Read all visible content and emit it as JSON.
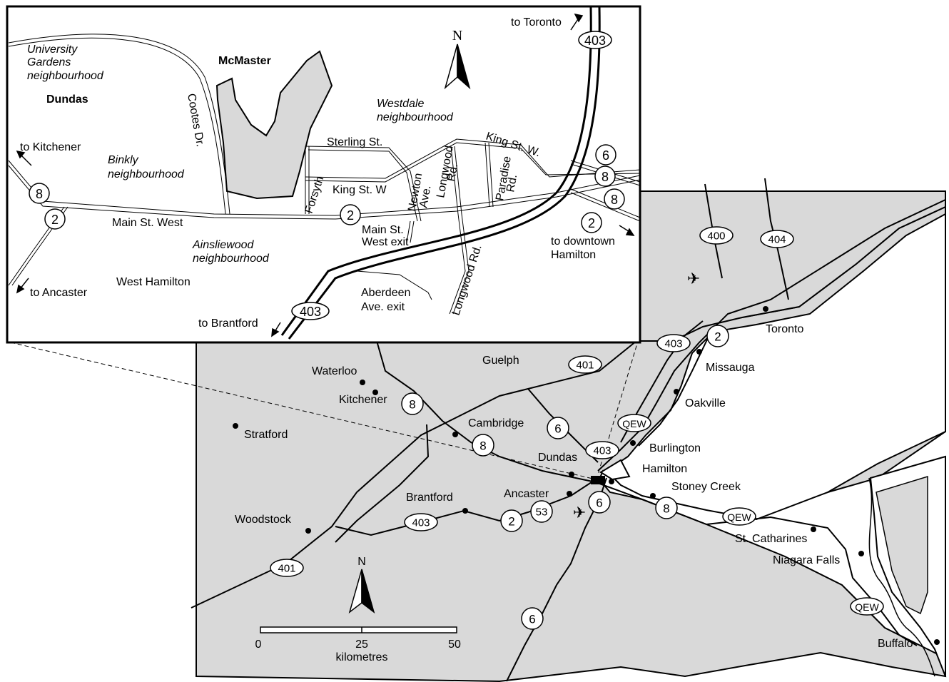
{
  "inset": {
    "north": "N",
    "areas": {
      "university": [
        "University",
        "Gardens",
        "neighbourhood"
      ],
      "dundas": "Dundas",
      "mcmaster": "McMaster",
      "westdale": [
        "Westdale",
        "neighbourhood"
      ],
      "binkly": [
        "Binkly",
        "neighbourhood"
      ],
      "ainsliewood": [
        "Ainsliewood",
        "neighbourhood"
      ],
      "west_hamilton": "West Hamilton"
    },
    "streets": {
      "cootes": "Cootes Dr.",
      "sterling": "Sterling St.",
      "king_w_upper": "King St. W.",
      "king_w": "King St. W",
      "forsyth": "Forsyth",
      "newton": [
        "Newton",
        "Ave."
      ],
      "longwood_upper": [
        "Longwood",
        "Rd."
      ],
      "paradise": [
        "Paradise",
        "Rd."
      ],
      "main_west": "Main St. West",
      "main_exit": [
        "Main St.",
        "West exit"
      ],
      "longwood_lower": "Longwood Rd.",
      "aberdeen": [
        "Aberdeen",
        "Ave. exit"
      ]
    },
    "directions": {
      "toronto": "to Toronto",
      "kitchener": "to Kitchener",
      "ancaster": "to Ancaster",
      "brantford": "to Brantford",
      "downtown": [
        "to downtown",
        "Hamilton"
      ]
    },
    "shields": {
      "hwy403_top": "403",
      "hwy403_bottom": "403",
      "hwy6": "6",
      "hwy8_a": "8",
      "hwy8_b": "8",
      "hwy8_west": "8",
      "hwy2_west": "2",
      "hwy2_center": "2",
      "hwy2_east": "2"
    }
  },
  "regional": {
    "north": "N",
    "cities": {
      "waterloo": "Waterloo",
      "kitchener": "Kitchener",
      "guelph": "Guelph",
      "cambridge": "Cambridge",
      "stratford": "Stratford",
      "dundas": "Dundas",
      "brantford": "Brantford",
      "ancaster": "Ancaster",
      "woodstock": "Woodstock",
      "burlington": "Burlington",
      "hamilton": "Hamilton",
      "stoney_creek": "Stoney Creek",
      "st_catharines": "St. Catharines",
      "niagara_falls": "Niagara Falls",
      "buffalo": "Buffalo",
      "toronto": "Toronto",
      "missauga": "Missauga",
      "oakville": "Oakville"
    },
    "shields": {
      "h400": "400",
      "h404": "404",
      "h403_ne": "403",
      "h2_ne": "2",
      "h401_top": "401",
      "h401_bottom": "401",
      "h8_kitchener": "8",
      "h8_cambridge": "8",
      "h8_stoney": "8",
      "h6_top": "6",
      "h6_center": "6",
      "h6_bottom": "6",
      "qew_burlington": "QEW",
      "qew_stcath": "QEW",
      "qew_buffalo": "QEW",
      "h403_center": "403",
      "h403_brantford": "403",
      "h2_ancaster": "2",
      "h53": "53"
    },
    "scale": {
      "ticks": [
        "0",
        "25",
        "50"
      ],
      "unit": "kilometres"
    }
  },
  "colors": {
    "land": "#d9d9d9",
    "water": "#ffffff",
    "ink": "#000000"
  }
}
